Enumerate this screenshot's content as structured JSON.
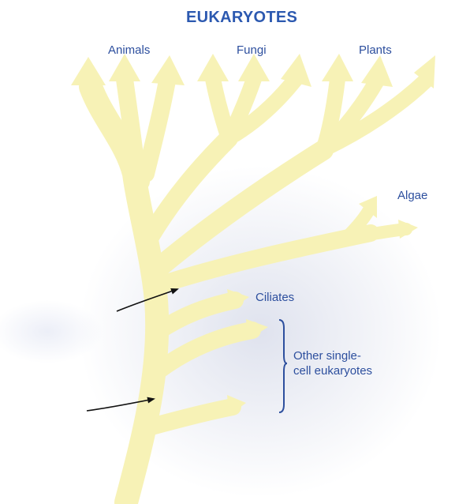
{
  "title": "EUKARYOTES",
  "groups": {
    "animals": "Animals",
    "fungi": "Fungi",
    "plants": "Plants",
    "algae": "Algae",
    "ciliates": "Ciliates",
    "other_line1": "Other single-",
    "other_line2": "cell eukaryotes"
  },
  "colors": {
    "branch": "#f7f2b6",
    "branch_stroke": "#ede5a0",
    "label": "#2d4f9e",
    "bracket": "#2d4f9e",
    "pointer_arrow": "#111111",
    "shadow": "#c9cfe0"
  }
}
